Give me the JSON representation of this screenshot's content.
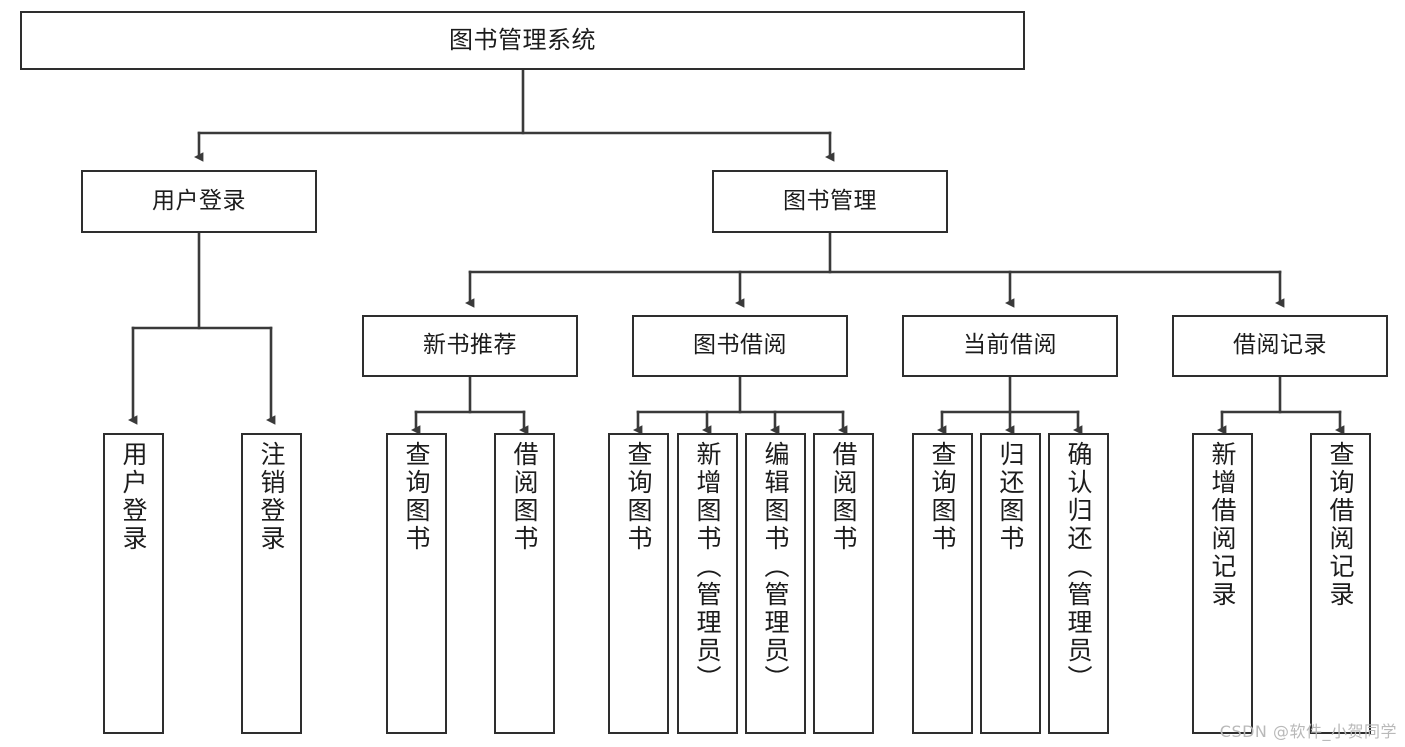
{
  "diagram": {
    "title": "图书管理系统",
    "type": "hierarchy-tree",
    "style": {
      "background": "#ffffff",
      "box_border": "#2e2e2e",
      "box_fill": "#ffffff",
      "text": "#1c1c1c",
      "edge": "#3a3a3a",
      "watermark": "#b9b9b9"
    },
    "root": {
      "label": "图书管理系统"
    },
    "level2": [
      {
        "label": "用户登录"
      },
      {
        "label": "图书管理"
      }
    ],
    "level3": [
      {
        "label": "新书推荐"
      },
      {
        "label": "图书借阅"
      },
      {
        "label": "当前借阅"
      },
      {
        "label": "借阅记录"
      }
    ],
    "leaves": {
      "user_login": [
        {
          "label": "用户登录"
        },
        {
          "label": "注销登录"
        }
      ],
      "new_book": [
        {
          "label": "查询图书"
        },
        {
          "label": "借阅图书"
        }
      ],
      "book_borrow": [
        {
          "label": "查询图书"
        },
        {
          "label": "新增图书（管理员）"
        },
        {
          "label": "编辑图书（管理员）"
        },
        {
          "label": "借阅图书"
        }
      ],
      "current_borrow": [
        {
          "label": "查询图书"
        },
        {
          "label": "归还图书"
        },
        {
          "label": "确认归还（管理员）"
        }
      ],
      "borrow_record": [
        {
          "label": "新增借阅记录"
        },
        {
          "label": "查询借阅记录"
        }
      ]
    },
    "watermark": "CSDN @软件_小贺同学"
  }
}
